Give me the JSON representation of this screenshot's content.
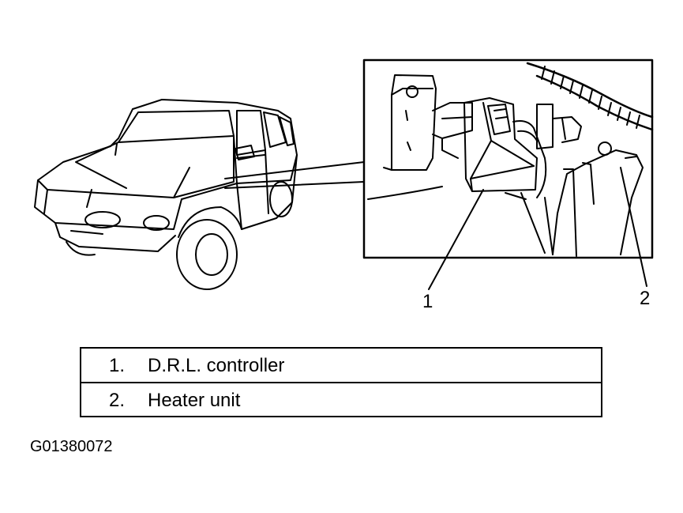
{
  "callouts": {
    "one": "1",
    "two": "2"
  },
  "legend": {
    "items": [
      {
        "number": "1.",
        "label": "D.R.L. controller"
      },
      {
        "number": "2.",
        "label": "Heater unit"
      }
    ]
  },
  "figure_id": "G01380072"
}
